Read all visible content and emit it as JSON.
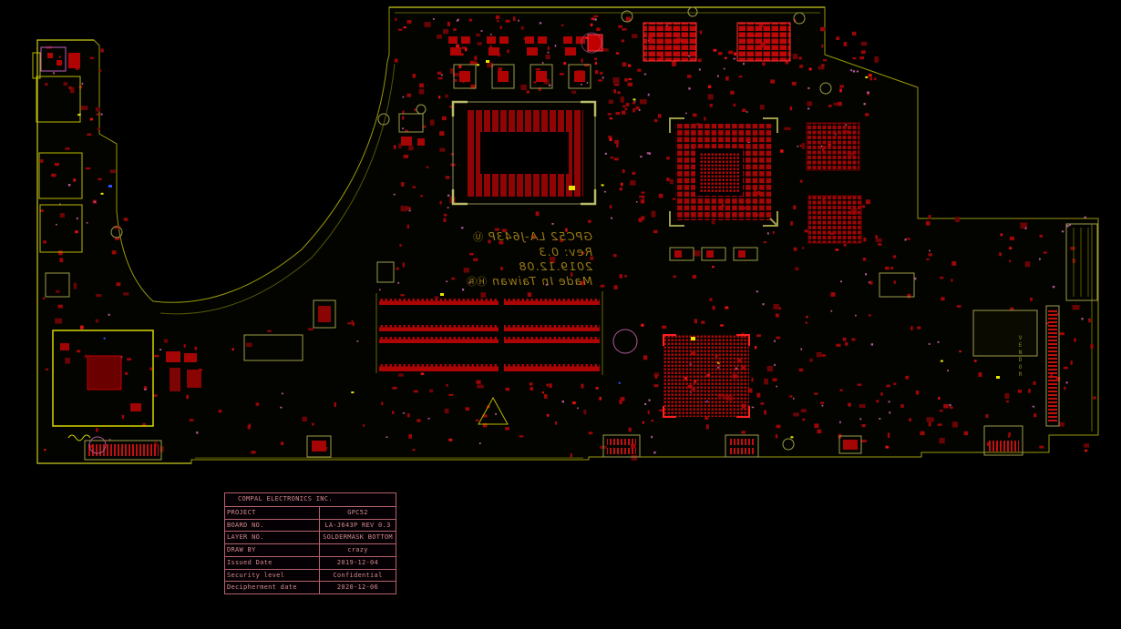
{
  "title_block": {
    "company": "COMPAL ELECTRONICS  INC.",
    "rows": [
      {
        "label": "PROJECT",
        "value": "GPC52"
      },
      {
        "label": "BOARD NO.",
        "value": "LA-J643P  REV 0.3"
      },
      {
        "label": "LAYER NO.",
        "value": "SOLDERMASK BOTTOM"
      },
      {
        "label": "DRAW BY",
        "value": "crazy"
      },
      {
        "label": "Issued  Date",
        "value": "2019-12-04"
      },
      {
        "label": "Security level",
        "value": "Confidential"
      },
      {
        "label": "Decipherment date",
        "value": "2020-12-06"
      }
    ]
  },
  "silkscreen": {
    "title": "GPC52 LA-J643P",
    "rev": "Rev: 0.3",
    "date": "2019.12.08",
    "origin": "Made In Taiwan",
    "ul_mark": "Ⓤ",
    "cert_marks": "ⒽⓇ",
    "vendor": "VENDOR"
  },
  "colors": {
    "background": "#000000",
    "board_outline": "#99990a",
    "bright_outline": "#c9c91c",
    "component_red": "#9c0606",
    "bright_red": "#e01010",
    "dark_red": "#6a0404",
    "pad_magenta": "#b05898",
    "silkscreen_gold": "#997a14",
    "table_pink": "#d08890",
    "highlight_yellow": "#e8e800"
  }
}
